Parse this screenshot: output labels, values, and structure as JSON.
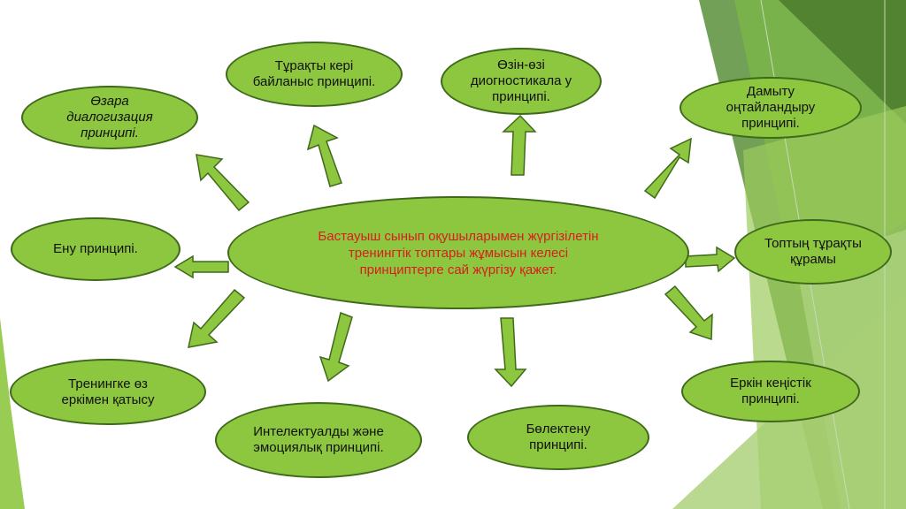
{
  "center": {
    "text": "Бастауыш сынып оқушыларымен жүргізілетін тренингтік топтары жұмысын келесі принциптерге сай жүргізу қажет."
  },
  "nodes": {
    "feedback": "Тұрақты кері байланыс принципі.",
    "selfdiag": "Өзін-өзі диогностикала у принципі.",
    "dialog": "Өзара диалогизация принципі.",
    "optimize": "Дамыту оңтайландыру принципі.",
    "enter": "Ену принципі.",
    "group": "Топтың тұрақты құрамы",
    "voluntary": "Тренингке өз еркімен қатысу",
    "space": "Еркін кеңістік принципі.",
    "intel": "Интелектуалды және эмоциялық принципі.",
    "split": "Бөлектену принципі."
  },
  "colors": {
    "oval_fill": "#8dc63f",
    "oval_border": "#3f6a1c",
    "center_text": "#d81e1e",
    "arrow_fill": "#8dc63f"
  }
}
